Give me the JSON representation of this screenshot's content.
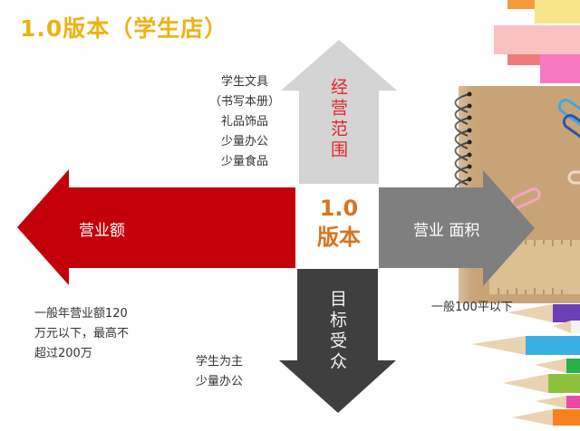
{
  "title": "1.0版本（学生店）",
  "colors": {
    "title": "#EEB211",
    "left_arrow": "#C3000A",
    "up_arrow": "#D4D4D4",
    "right_arrow": "#7F7F7F",
    "down_arrow": "#3F3F3F",
    "center_text": "#D9731F",
    "up_label": "#E0262A"
  },
  "center": {
    "line1": "1.0",
    "line2": "版本"
  },
  "arrows": {
    "up": {
      "label": "经营范围",
      "note_lines": [
        "学生文具",
        "（书写本册）",
        "礼品饰品",
        "少量办公",
        "少量食品"
      ]
    },
    "left": {
      "label": "营业额",
      "note_lines": [
        "一般年营业额120",
        "万元以下，最高不",
        "超过200万"
      ]
    },
    "right": {
      "label": "营业 面积",
      "note_lines": [
        "一般100平以下"
      ]
    },
    "down": {
      "label": "目标受众",
      "note_lines": [
        "学生为主",
        "少量办公"
      ]
    }
  },
  "decoration": {
    "items": [
      "sticky-notes",
      "spiral-notebook",
      "paper-clips",
      "ruler",
      "colored-pencils"
    ]
  }
}
